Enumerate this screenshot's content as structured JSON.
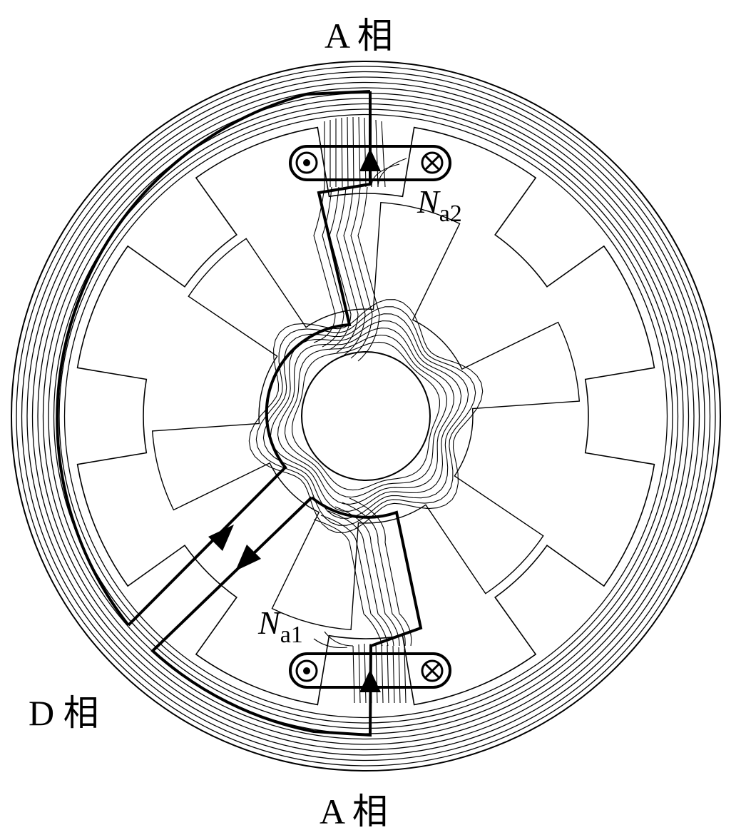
{
  "labels": {
    "phase_a_top": "A 相",
    "phase_a_bottom": "A 相",
    "phase_d": "D 相",
    "coil_top": {
      "symbol": "N",
      "subscript": "a2"
    },
    "coil_bottom": {
      "symbol": "N",
      "subscript": "a1"
    }
  },
  "colors": {
    "ink": "#000000",
    "background": "#ffffff"
  },
  "icons": {
    "current_out": "dot-in-circle",
    "current_in": "cross-in-circle",
    "flux_direction": "arrowhead"
  }
}
